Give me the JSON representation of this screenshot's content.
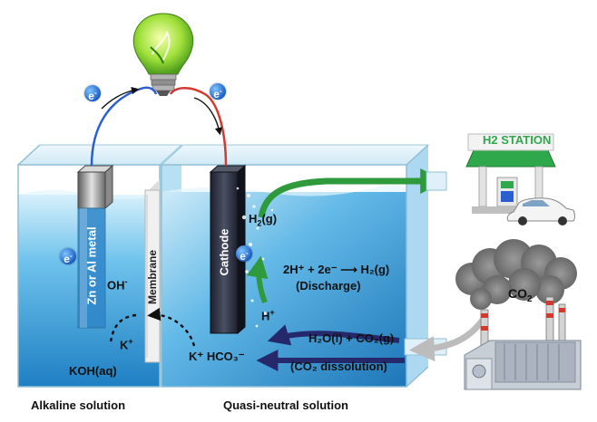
{
  "labels": {
    "anode_electrode": "Zn or Al metal",
    "cathode_electrode": "Cathode",
    "membrane": "Membrane",
    "oh_ion": "OH",
    "oh_ion_charge": "-",
    "k_ion_left": "K",
    "k_ion_left_charge": "+",
    "koh": "KOH(aq)",
    "h2_gas": "H",
    "h2_gas_sub": "2",
    "h2_gas_state": "(g)",
    "reaction_line": "2H⁺ + 2e⁻ ⟶ H₂(g)",
    "reaction_note": "(Discharge)",
    "h_ion": "H",
    "h_ion_charge": "+",
    "co2_line": "H₂O(l) + CO₂(g)",
    "co2_note": "(CO₂ dissolution)",
    "khco3": "K⁺ HCO₃⁻",
    "co2_plant": "CO",
    "co2_plant_sub": "2",
    "station_sign": "H2 STATION",
    "electron": "e",
    "electron_charge": "-"
  },
  "captions": {
    "left_cell": "Alkaline solution",
    "right_cell": "Quasi-neutral solution"
  },
  "colors": {
    "water_light": "#b9e2f5",
    "water_dark": "#2b8fcf",
    "wire_blue": "#2b5fcf",
    "wire_red": "#d23a2f",
    "h2_arrow": "#2e9a3c",
    "flow_arrow": "#25286b",
    "station_green": "#2ea84a"
  },
  "icons": [
    "light-bulb-icon",
    "h2-station-icon",
    "car-icon",
    "factory-icon",
    "smoke-cloud-icon"
  ]
}
